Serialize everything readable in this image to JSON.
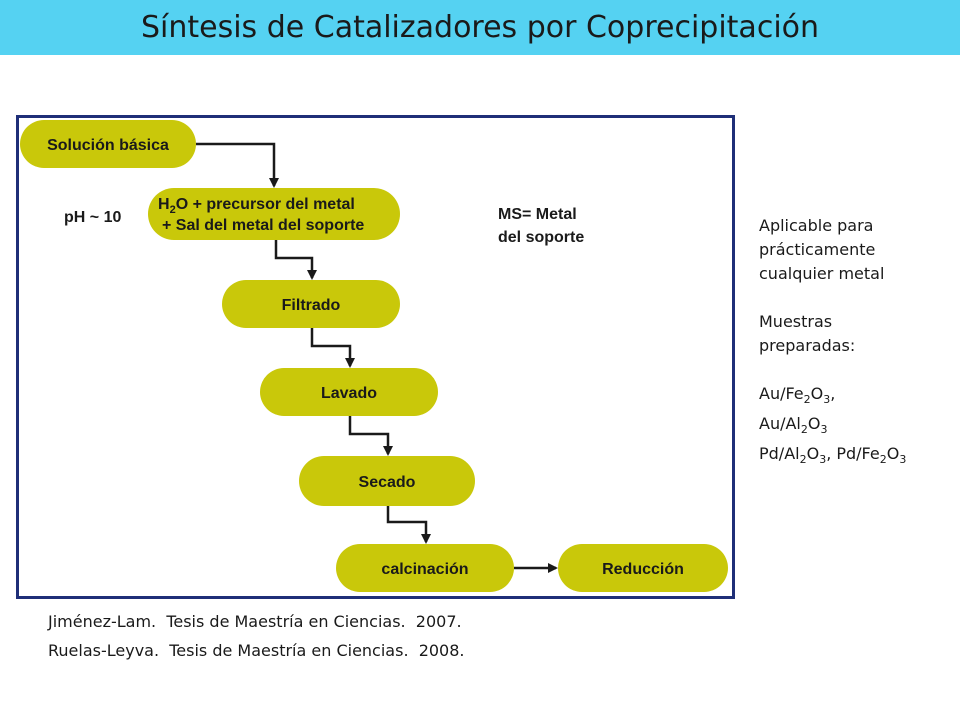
{
  "title": "Síntesis de Catalizadores por Coprecipitación",
  "colors": {
    "title_bar": "#55d2f2",
    "node_fill": "#c9c80a",
    "frame": "#1f2f78",
    "arrow": "#1a1a1a"
  },
  "diagram": {
    "nodes": {
      "solucion": "Solución básica",
      "precursor_line1_suffix": "O + precursor del metal",
      "precursor_line1_h": "H",
      "precursor_line1_sub": "2",
      "precursor_line2": "+ Sal del metal del soporte",
      "filtrado": "Filtrado",
      "lavado": "Lavado",
      "secado": "Secado",
      "calcinacion": "calcinación",
      "reduccion": "Reducción"
    },
    "ph_label": "pH ~ 10",
    "ms_line1": "MS= Metal",
    "ms_line2": "del soporte"
  },
  "side": {
    "applicable_1": "Aplicable para",
    "applicable_2": "prácticamente",
    "applicable_3": "cualquier metal",
    "samples_1": "Muestras",
    "samples_2": "preparadas:",
    "s1_a": "Au/Fe",
    "s1_b": "2",
    "s1_c": "O",
    "s1_d": "3",
    "s1_e": ",",
    "s2_a": "Au/Al",
    "s2_b": "2",
    "s2_c": "O",
    "s2_d": "3",
    "s3_a": "Pd/Al",
    "s3_b": "2",
    "s3_c": "O",
    "s3_d": "3",
    "s3_e": ", Pd/Fe",
    "s3_f": "2",
    "s3_g": "O",
    "s3_h": "3"
  },
  "references": [
    "Jiménez-Lam.  Tesis de Maestría en Ciencias.  2007.",
    "Ruelas-Leyva.  Tesis de Maestría en Ciencias.  2008."
  ]
}
